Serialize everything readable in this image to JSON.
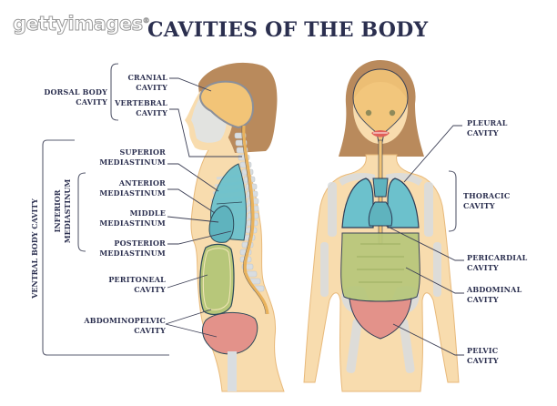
{
  "watermark": {
    "text": "gettyimages",
    "mark": "®"
  },
  "title": "CAVITIES OF THE BODY",
  "colors": {
    "text": "#2b2f4f",
    "skin": "#f8dcae",
    "skin_outline": "#e8b97a",
    "hair": "#b98a5c",
    "bone": "#d9dde0",
    "lungs": "#6cc1cc",
    "abdominal": "#b7c77a",
    "pelvic": "#e3928a",
    "cranial": "#f2c477",
    "spine_cord": "#e9b25c",
    "leader_line": "#3c3f55"
  },
  "side_view": {
    "dorsal_group": {
      "label": "DORSAL BODY\nCAVITY"
    },
    "cranial": {
      "label": "CRANIAL\nCAVITY"
    },
    "vertebral": {
      "label": "VERTEBRAL\nCAVITY"
    },
    "ventral_group": {
      "label": "VENTRAL BODY CAVITY"
    },
    "inferior_group": {
      "label": "INFERIOR\nMEDIASTINUM"
    },
    "superior_mediastinum": {
      "label": "SUPERIOR\nMEDIASTINUM"
    },
    "anterior_mediastinum": {
      "label": "ANTERIOR\nMEDIASTINUM"
    },
    "middle_mediastinum": {
      "label": "MIDDLE\nMEDIASTINUM"
    },
    "posterior_mediastinum": {
      "label": "POSTERIOR\nMEDIASTINUM"
    },
    "peritoneal": {
      "label": "PERITONEAL\nCAVITY"
    },
    "abdominopelvic": {
      "label": "ABDOMINOPELVIC\nCAVITY"
    }
  },
  "front_view": {
    "pleural": {
      "label": "PLEURAL\nCAVITY"
    },
    "thoracic_group": {
      "label": "THORACIC\nCAVITY"
    },
    "pericardial": {
      "label": "PERICARDIAL\nCAVITY"
    },
    "abdominal": {
      "label": "ABDOMINAL\nCAVITY"
    },
    "pelvic": {
      "label": "PELVIC\nCAVITY"
    }
  }
}
